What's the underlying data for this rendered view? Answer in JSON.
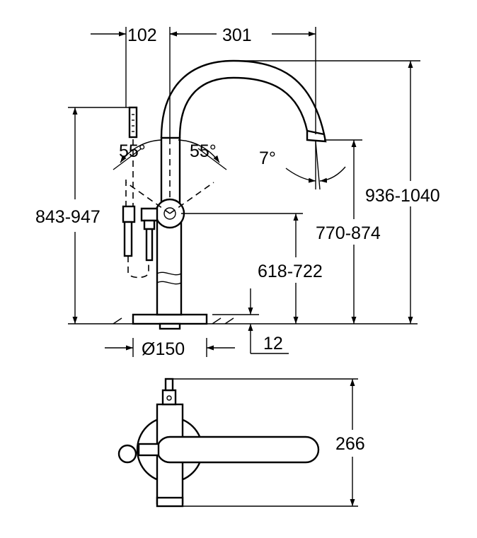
{
  "dimensions": {
    "handshower_offset": "102",
    "spout_reach": "301",
    "angle_left": "55°",
    "angle_right": "55°",
    "spout_angle": "7°",
    "height_total": "936-1040",
    "height_handshower": "843-947",
    "height_spout_outlet": "770-874",
    "height_lever": "618-722",
    "floor_thickness": "12",
    "base_diameter": "Ø150",
    "plan_depth": "266"
  }
}
